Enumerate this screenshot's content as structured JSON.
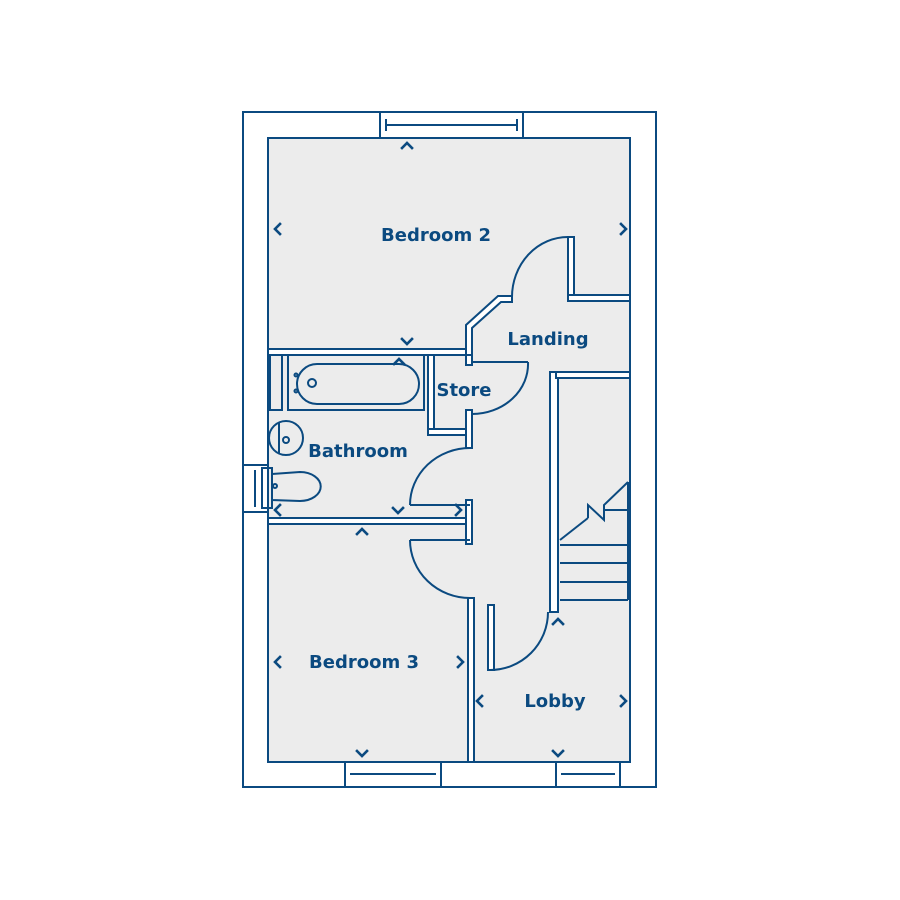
{
  "colors": {
    "line": "#0b4a80",
    "floor": "#ececec"
  },
  "rooms": {
    "bedroom2": "Bedroom 2",
    "landing": "Landing",
    "store": "Store",
    "bathroom": "Bathroom",
    "bedroom3": "Bedroom 3",
    "lobby": "Lobby"
  }
}
